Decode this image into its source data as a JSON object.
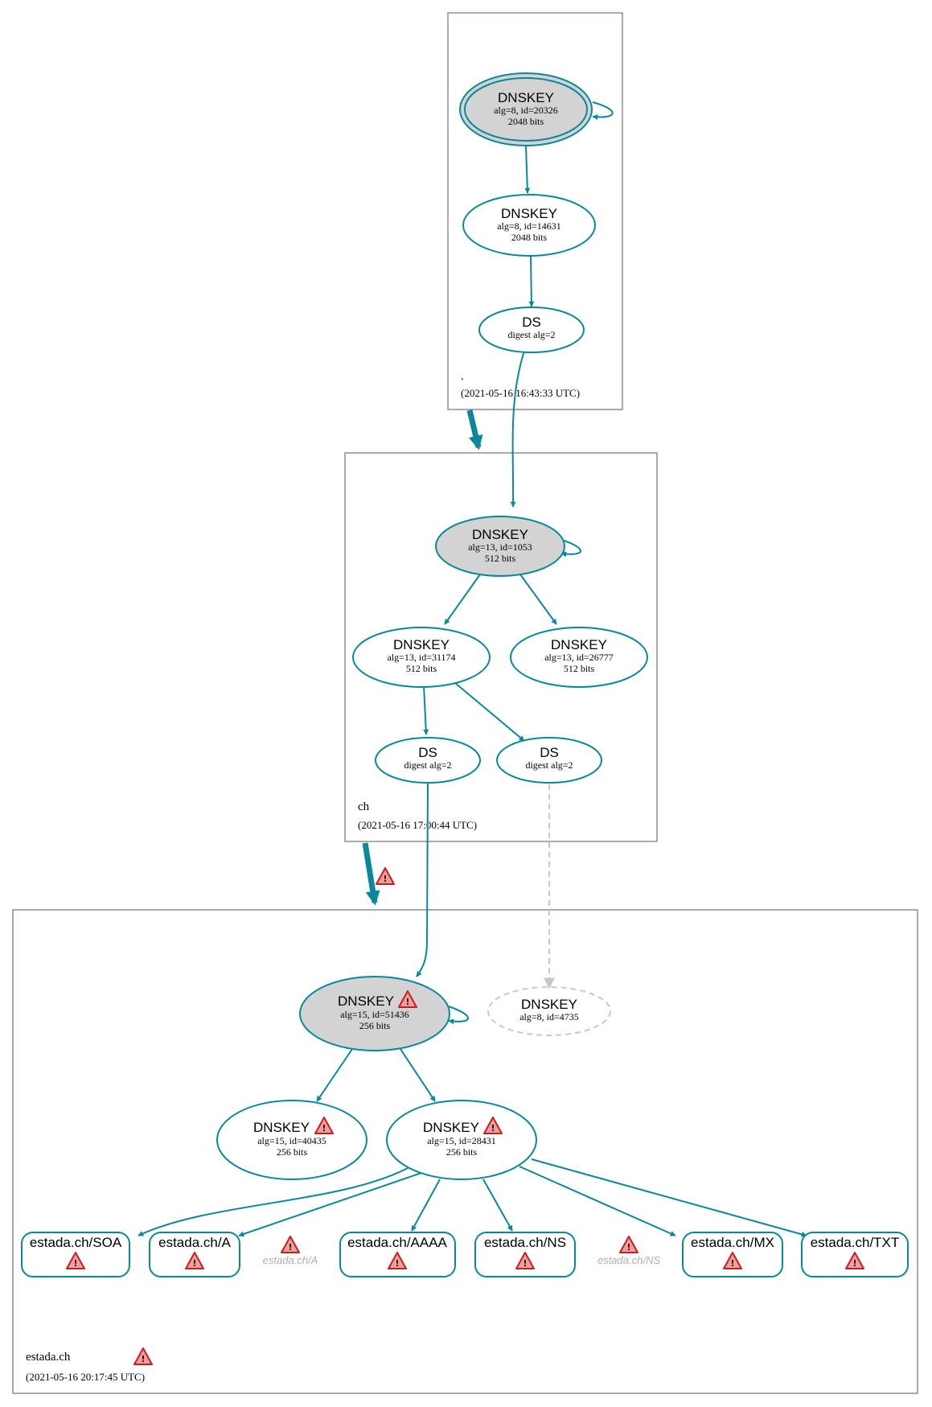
{
  "zones": [
    {
      "id": "root",
      "name": ".",
      "timestamp": "(2021-05-16 16:43:33 UTC)",
      "warning": false
    },
    {
      "id": "ch",
      "name": "ch",
      "timestamp": "(2021-05-16 17:00:44 UTC)",
      "warning": false
    },
    {
      "id": "estada",
      "name": "estada.ch",
      "timestamp": "(2021-05-16 20:17:45 UTC)",
      "warning": true
    }
  ],
  "nodes": {
    "root_ksk": {
      "title": "DNSKEY",
      "line1": "alg=8, id=20326",
      "line2": "2048 bits",
      "style": "sep-trust-anchor",
      "warning": false
    },
    "root_zsk": {
      "title": "DNSKEY",
      "line1": "alg=8, id=14631",
      "line2": "2048 bits",
      "style": "normal",
      "warning": false
    },
    "root_ds": {
      "title": "DS",
      "line1": "digest alg=2",
      "style": "normal",
      "warning": false
    },
    "ch_ksk": {
      "title": "DNSKEY",
      "line1": "alg=13, id=1053",
      "line2": "512 bits",
      "style": "sep",
      "warning": false
    },
    "ch_zsk1": {
      "title": "DNSKEY",
      "line1": "alg=13, id=31174",
      "line2": "512 bits",
      "style": "normal",
      "warning": false
    },
    "ch_zsk2": {
      "title": "DNSKEY",
      "line1": "alg=13, id=26777",
      "line2": "512 bits",
      "style": "normal",
      "warning": false
    },
    "ch_ds1": {
      "title": "DS",
      "line1": "digest alg=2",
      "style": "normal",
      "warning": false
    },
    "ch_ds2": {
      "title": "DS",
      "line1": "digest alg=2",
      "style": "normal",
      "warning": false
    },
    "es_ksk": {
      "title": "DNSKEY",
      "line1": "alg=15, id=51436",
      "line2": "256 bits",
      "style": "sep",
      "warning": true
    },
    "es_missing": {
      "title": "DNSKEY",
      "line1": "alg=8, id=4735",
      "style": "missing",
      "warning": false
    },
    "es_zsk1": {
      "title": "DNSKEY",
      "line1": "alg=15, id=40435",
      "line2": "256 bits",
      "style": "normal",
      "warning": true
    },
    "es_zsk2": {
      "title": "DNSKEY",
      "line1": "alg=15, id=28431",
      "line2": "256 bits",
      "style": "normal",
      "warning": true
    }
  },
  "rrsets": [
    {
      "id": "soa",
      "label": "estada.ch/SOA",
      "warning": true
    },
    {
      "id": "a",
      "label": "estada.ch/A",
      "warning": true
    },
    {
      "id": "aaaa",
      "label": "estada.ch/AAAA",
      "warning": true
    },
    {
      "id": "ns",
      "label": "estada.ch/NS",
      "warning": true
    },
    {
      "id": "mx",
      "label": "estada.ch/MX",
      "warning": true
    },
    {
      "id": "txt",
      "label": "estada.ch/TXT",
      "warning": true
    }
  ],
  "ghosts": [
    {
      "id": "ghost_a",
      "label": "estada.ch/A",
      "warning": true
    },
    {
      "id": "ghost_ns",
      "label": "estada.ch/NS",
      "warning": true
    }
  ],
  "delegations": [
    {
      "from": "root",
      "to": "ch",
      "warning": false
    },
    {
      "from": "ch",
      "to": "estada",
      "warning": true
    }
  ],
  "colors": {
    "edge": "#0a879a",
    "sep_fill": "#d3d3d3",
    "missing": "#c8c8c8",
    "warning": "#c81e1e",
    "ghost_text": "#b0b0b0"
  }
}
